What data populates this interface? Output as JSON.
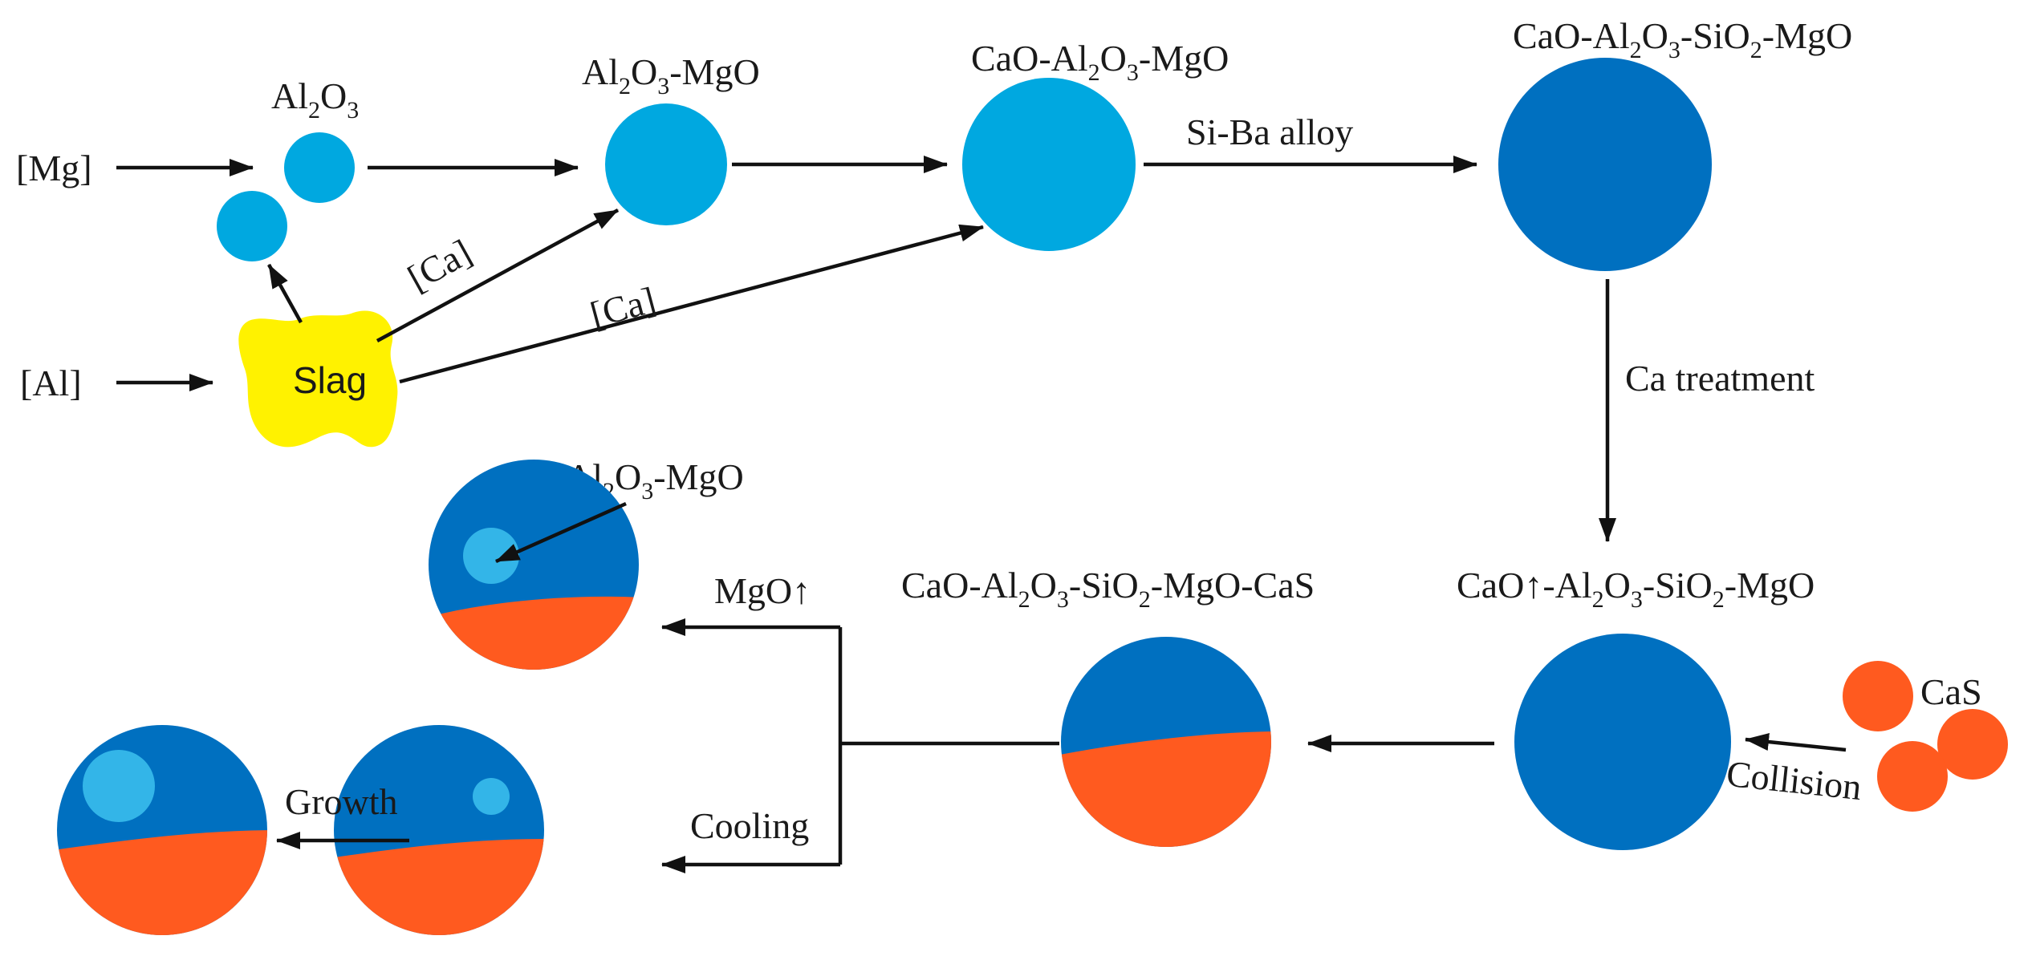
{
  "colors": {
    "light_blue": "#00a8e0",
    "dark_blue": "#0070c0",
    "inner_light": "#33b5e8",
    "orange": "#ff5a1f",
    "slag": "#fff200",
    "arrow": "#111111"
  },
  "inputs": {
    "mg": "[Mg]",
    "al": "[Al]"
  },
  "slag_label": "Slag",
  "stage1": {
    "a": "Al",
    "b": "2",
    "c": "O",
    "d": "3"
  },
  "stage2": {
    "a": "Al",
    "b": "2",
    "c": "O",
    "d": "3",
    "e": "-MgO"
  },
  "stage3": {
    "a": "CaO-Al",
    "b": "2",
    "c": "O",
    "d": "3",
    "e": "-MgO"
  },
  "stage4": {
    "a": "CaO-Al",
    "b": "2",
    "c": "O",
    "d": "3",
    "e": "-SiO",
    "f": "2",
    "g": "-MgO"
  },
  "stage5": {
    "a": "CaO↑-Al",
    "b": "2",
    "c": "O",
    "d": "3",
    "e": "-SiO",
    "f": "2",
    "g": "-MgO"
  },
  "stage6": {
    "a": "CaO-Al",
    "b": "2",
    "c": "O",
    "d": "3",
    "e": "-SiO",
    "f": "2",
    "g": "-MgO-CaS"
  },
  "stage7": {
    "a": "Al",
    "b": "2",
    "c": "O",
    "d": "3",
    "e": "-MgO"
  },
  "arrow_labels": {
    "ca1": "[Ca]",
    "ca2": "[Ca]",
    "sibа": "Si-Ba alloy",
    "ca_treatment": "Ca treatment",
    "mgo_up": "MgO↑",
    "cooling": "Cooling",
    "growth": "Growth",
    "collision": "Collision",
    "cas": "CaS"
  }
}
